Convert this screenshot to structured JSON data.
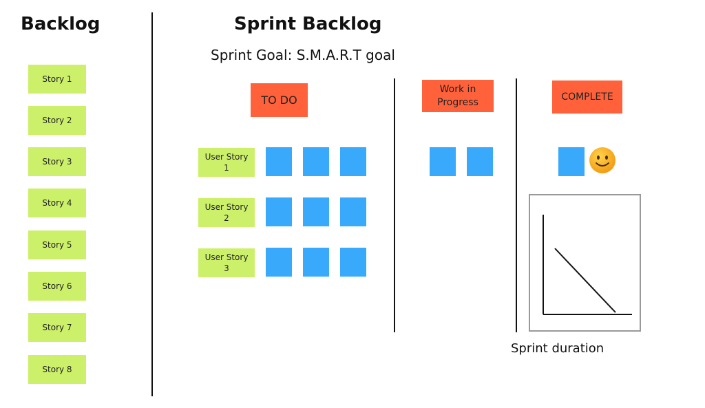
{
  "backlog": {
    "title": "Backlog",
    "stories": [
      "Story 1",
      "Story 2",
      "Story 3",
      "Story 4",
      "Story 5",
      "Story 6",
      "Story 7",
      "Story 8"
    ]
  },
  "sprint": {
    "title": "Sprint Backlog",
    "goal": "Sprint Goal: S.M.A.R.T goal",
    "columns": {
      "todo": "TO DO",
      "wip": "Work in Progress",
      "complete": "COMPLETE"
    },
    "user_stories": [
      {
        "label": "User Story 1",
        "todo_tasks": 3
      },
      {
        "label": "User Story 2",
        "todo_tasks": 3
      },
      {
        "label": "User Story 3",
        "todo_tasks": 3
      }
    ],
    "wip_tasks": 2,
    "complete_tasks": 1,
    "burndown_caption": "Sprint duration"
  },
  "colors": {
    "story_note": "#cdf06b",
    "column_header": "#ff623b",
    "task": "#38a9fb",
    "smiley": "#f7a81b"
  },
  "icons": {
    "complete_emoji": "smiley-face-icon"
  }
}
